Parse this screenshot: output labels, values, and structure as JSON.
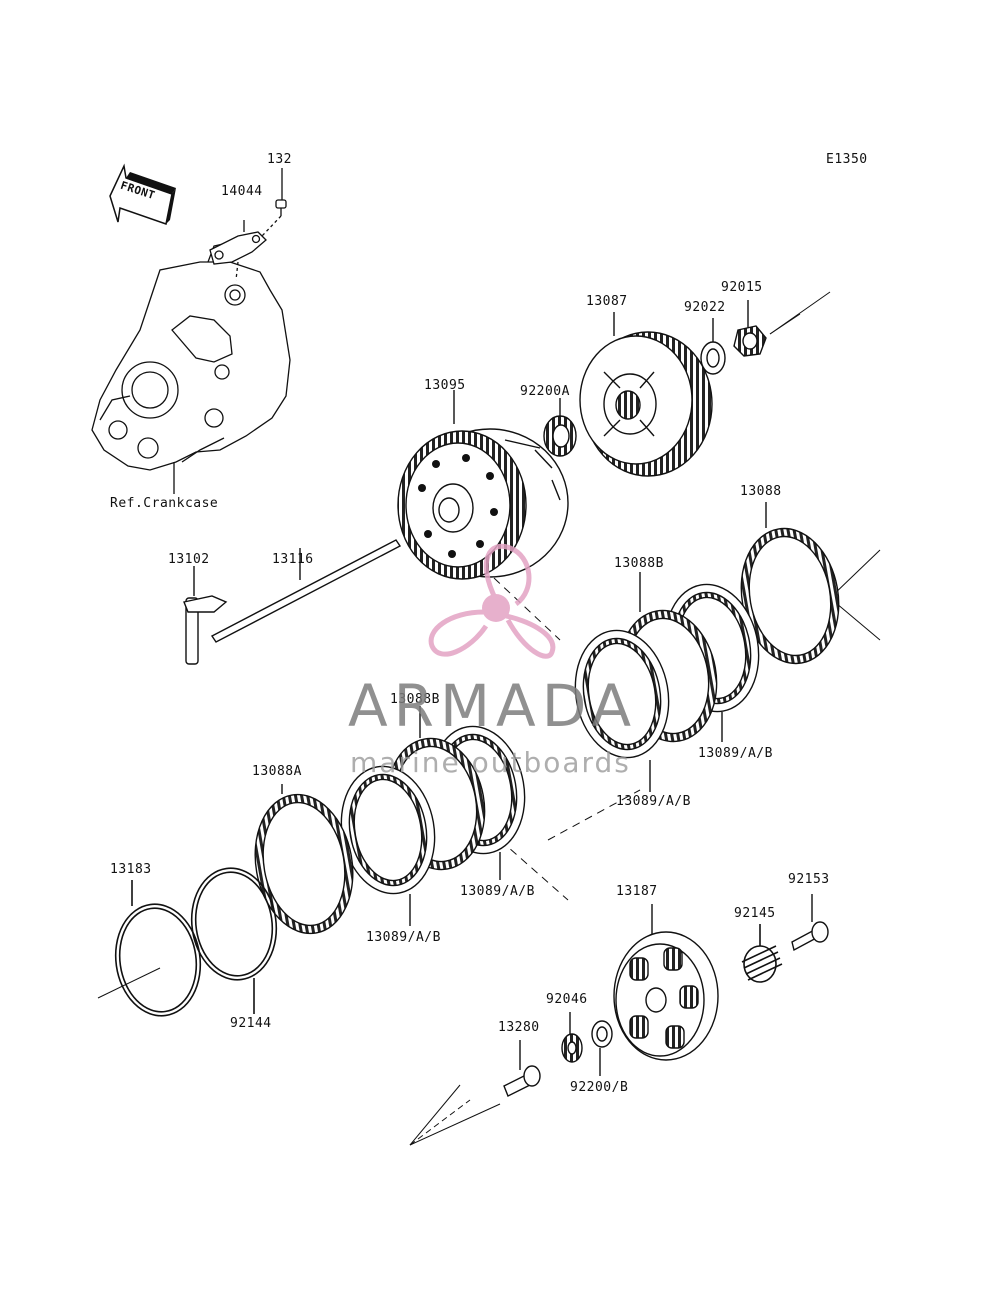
{
  "diagram_code": "E1350",
  "front_arrow_text": "FRONT",
  "labels": {
    "p132": "132",
    "p14044": "14044",
    "ref_crankcase": "Ref.Crankcase",
    "p13087": "13087",
    "p92022": "92022",
    "p92015": "92015",
    "p13095": "13095",
    "p92200A": "92200A",
    "p13088": "13088",
    "p13102": "13102",
    "p13116": "13116",
    "p13088B_1": "13088B",
    "p13088B_2": "13088B",
    "p13089_1": "13089/A/B",
    "p13089_2": "13089/A/B",
    "p13089_3": "13089/A/B",
    "p13089_4": "13089/A/B",
    "p13088A": "13088A",
    "p13183": "13183",
    "p92144": "92144",
    "p13187": "13187",
    "p92153": "92153",
    "p92145": "92145",
    "p92046": "92046",
    "p13280": "13280",
    "p92200B": "92200/B"
  },
  "watermark": {
    "brand": "ARMADA",
    "sub": "marine outboards",
    "color": "#e0a0c0"
  }
}
